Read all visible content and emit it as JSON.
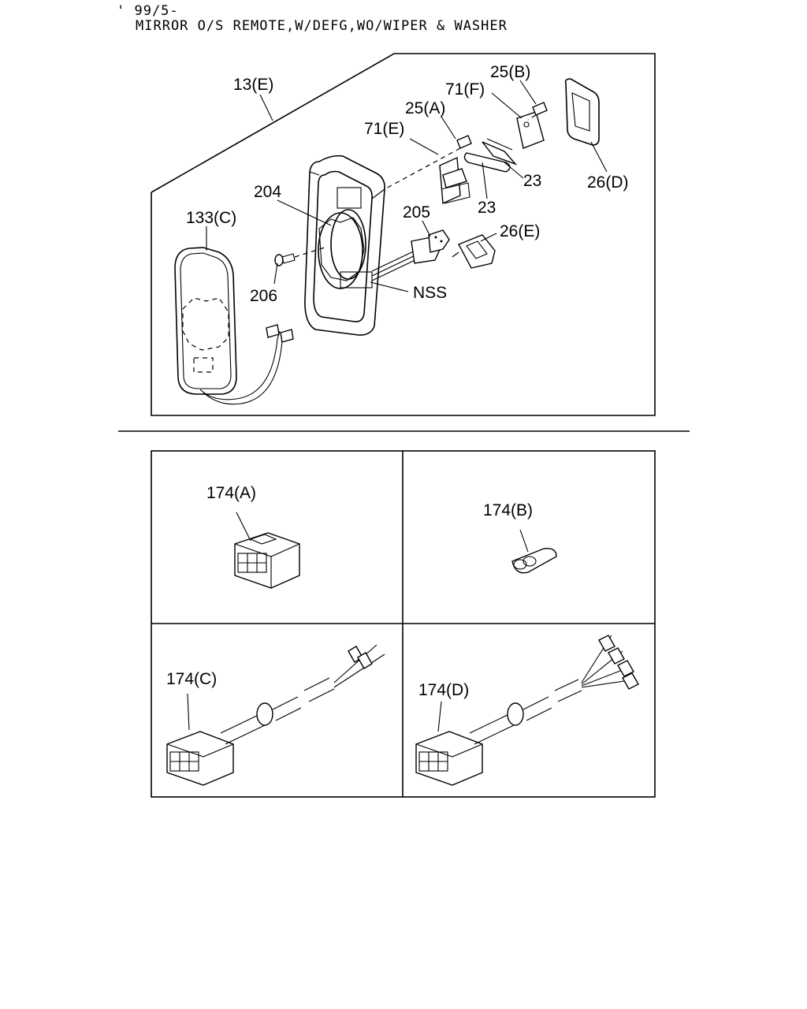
{
  "header": {
    "date_code": "' 99/5-",
    "title": "MIRROR O/S REMOTE,W/DEFG,WO/WIPER & WASHER"
  },
  "callouts": {
    "c13e": "13(E)",
    "c25b": "25(B)",
    "c71f": "71(F)",
    "c25a": "25(A)",
    "c71e": "71(E)",
    "c23a": "23",
    "c23b": "23",
    "c26d": "26(D)",
    "c204": "204",
    "c205": "205",
    "c26e": "26(E)",
    "c133c": "133(C)",
    "c206": "206",
    "cnss": "NSS"
  },
  "detail_panels": {
    "p174a": "174(A)",
    "p174b": "174(B)",
    "p174c": "174(C)",
    "p174d": "174(D)"
  }
}
